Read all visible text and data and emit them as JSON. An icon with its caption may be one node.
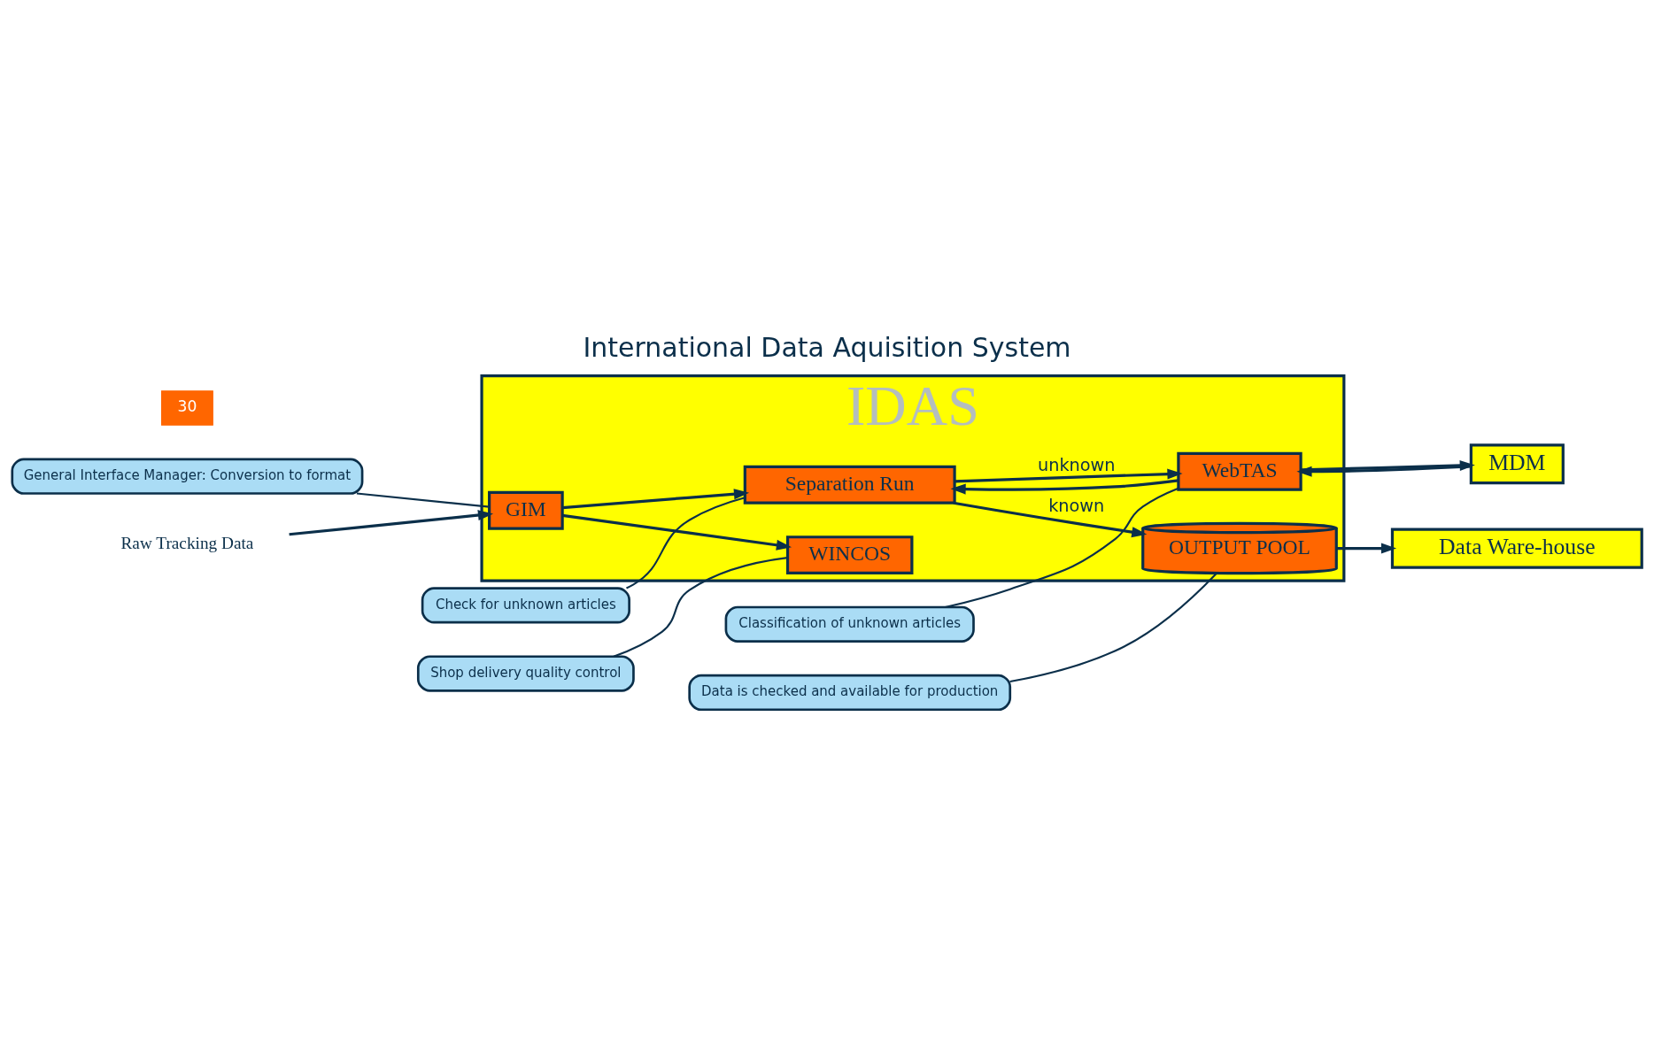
{
  "diagram": {
    "title": "International Data Aquisition System",
    "nodes": [
      {
        "text": [
          "General Interface Manager: Conversion to format"
        ]
      },
      {
        "text": [
          "Check for unknown articles"
        ]
      },
      {
        "text": [
          "Classification of unknown articles"
        ]
      },
      {
        "text": [
          "IDAS"
        ]
      },
      {
        "text": [
          "GIM"
        ],
        "in": 3
      },
      {
        "text": [
          "Separation Run"
        ],
        "in": 3
      },
      {
        "text": [
          "WebTAS"
        ],
        "in": 3
      },
      {
        "text": [
          "MDM"
        ]
      },
      {
        "text": [
          "Raw Tracking Data"
        ]
      },
      {
        "text": [
          "OUTPUT POOL"
        ],
        "in": 3
      },
      {
        "text": [
          "WINCOS"
        ],
        "in": 3
      },
      {
        "text": [
          "Data Ware-house"
        ]
      },
      {
        "text": [
          "Shop delivery quality control"
        ]
      },
      {
        "text": [
          "Data is checked and available for production"
        ]
      }
    ],
    "edges": [
      {
        "from": 8,
        "to": 4,
        "arrow": "to"
      },
      {
        "from": 4,
        "to": 5,
        "arrow": "to"
      },
      {
        "from": 4,
        "to": 10,
        "arrow": "to"
      },
      {
        "from": 5,
        "to": 6,
        "arrow": "to",
        "label": "unknown"
      },
      {
        "from": 6,
        "to": 5,
        "arrow": "to"
      },
      {
        "from": 5,
        "to": 9,
        "arrow": "to",
        "label": "known"
      },
      {
        "from": 7,
        "to": 6,
        "arrow": "to"
      },
      {
        "from": 6,
        "to": 7,
        "arrow": "to"
      },
      {
        "from": 9,
        "to": 11,
        "arrow": "to"
      },
      {
        "from": 0,
        "to": 4,
        "arrow": "none"
      },
      {
        "from": 1,
        "to": 5,
        "arrow": "none"
      },
      {
        "from": 2,
        "to": 6,
        "arrow": "none"
      },
      {
        "from": 12,
        "to": 10,
        "arrow": "none"
      },
      {
        "from": 13,
        "to": 9,
        "arrow": "none"
      }
    ],
    "labels": [
      "30"
    ]
  }
}
